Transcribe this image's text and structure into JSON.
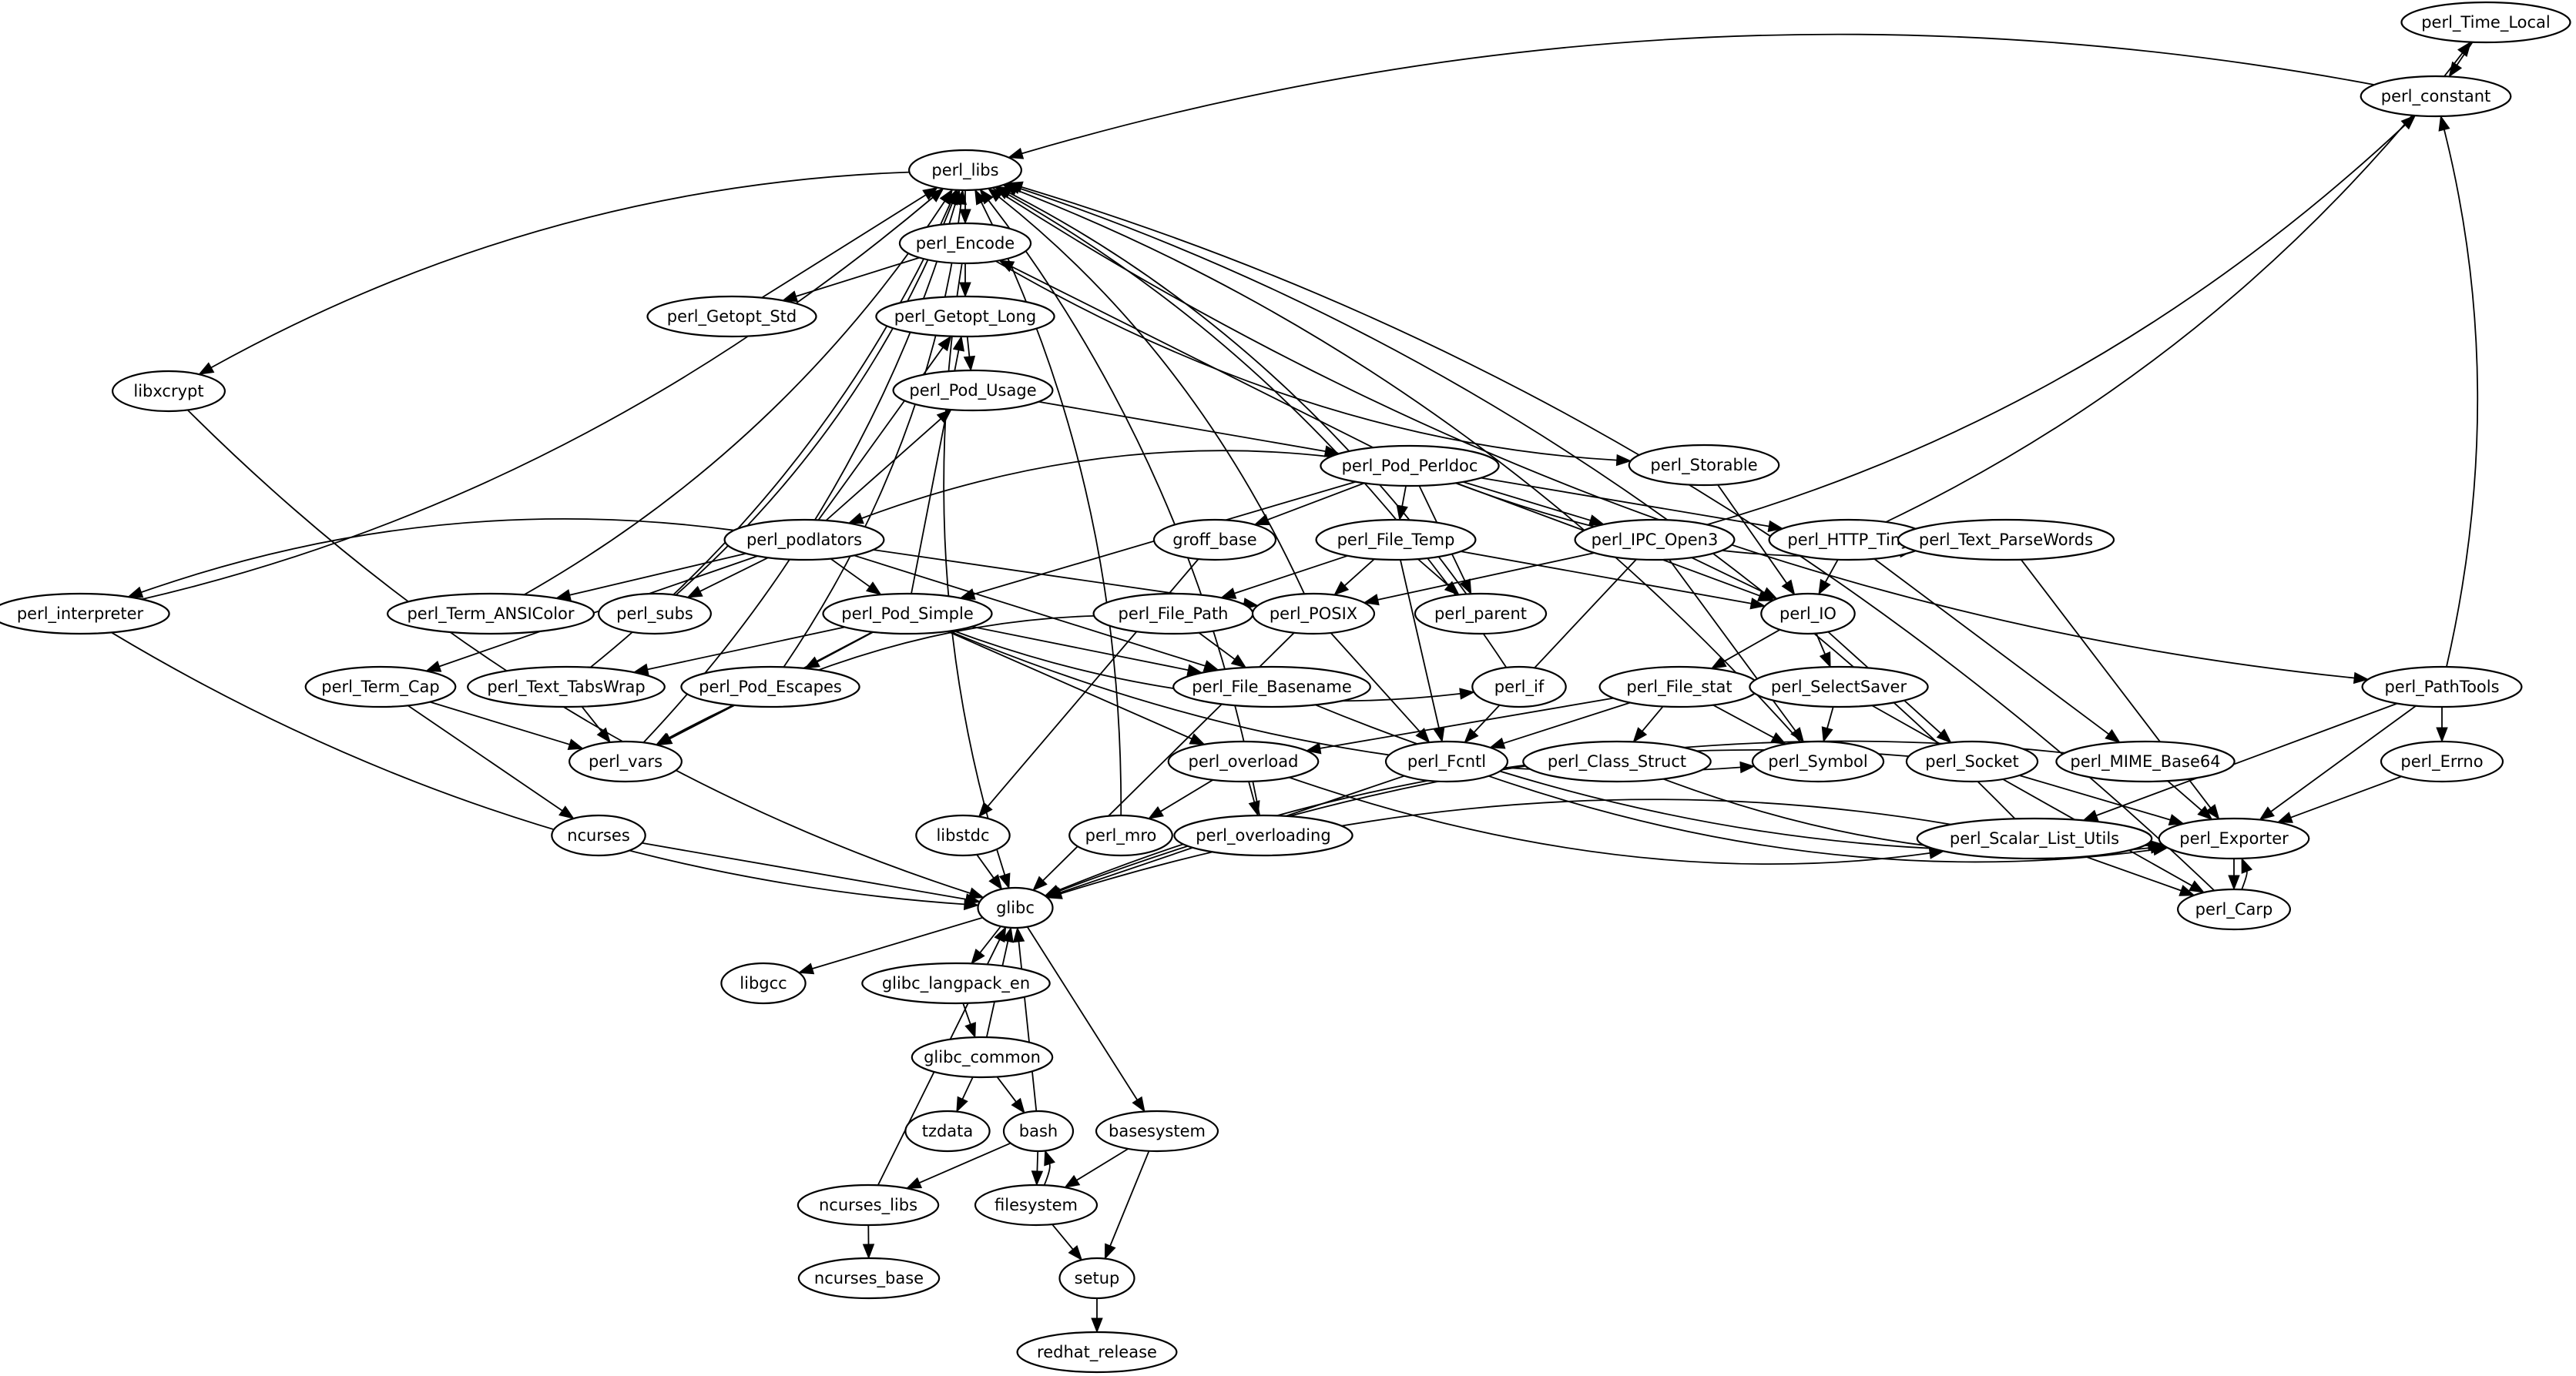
{
  "diagram": {
    "type": "directed-dependency-graph",
    "node_shape": "ellipse",
    "colors": {
      "stroke": "#000000",
      "fill": "#ffffff",
      "background": "#ffffff"
    },
    "nodes": [
      "perl_Time_Local",
      "perl_constant",
      "perl_libs",
      "perl_Encode",
      "perl_Getopt_Std",
      "perl_Getopt_Long",
      "perl_Pod_Usage",
      "libxcrypt",
      "perl_Pod_Perldoc",
      "perl_Storable",
      "perl_podlators",
      "groff_base",
      "perl_File_Temp",
      "perl_IPC_Open3",
      "perl_HTTP_Tiny",
      "perl_Text_ParseWords",
      "perl_interpreter",
      "perl_Term_ANSIColor",
      "perl_subs",
      "perl_Pod_Simple",
      "perl_File_Path",
      "perl_POSIX",
      "perl_parent",
      "perl_IO",
      "perl_Term_Cap",
      "perl_Text_TabsWrap",
      "perl_Pod_Escapes",
      "perl_File_Basename",
      "perl_if",
      "perl_File_stat",
      "perl_SelectSaver",
      "perl_PathTools",
      "perl_vars",
      "perl_overload",
      "perl_Fcntl",
      "perl_Class_Struct",
      "perl_Symbol",
      "perl_Socket",
      "perl_MIME_Base64",
      "perl_Errno",
      "ncurses",
      "libstdc",
      "perl_mro",
      "perl_overloading",
      "perl_Scalar_List_Utils",
      "perl_Exporter",
      "perl_Carp",
      "glibc",
      "libgcc",
      "glibc_langpack_en",
      "glibc_common",
      "tzdata",
      "bash",
      "basesystem",
      "ncurses_libs",
      "filesystem",
      "setup",
      "ncurses_base",
      "redhat_release"
    ],
    "edges": [
      [
        "perl_Time_Local",
        "perl_constant"
      ],
      [
        "perl_constant",
        "perl_libs"
      ],
      [
        "perl_libs",
        "perl_Encode"
      ],
      [
        "perl_libs",
        "libxcrypt"
      ],
      [
        "perl_libs",
        "perl_PathTools"
      ],
      [
        "perl_Encode",
        "perl_Getopt_Std"
      ],
      [
        "perl_Encode",
        "perl_Getopt_Long"
      ],
      [
        "perl_Encode",
        "perl_Storable"
      ],
      [
        "perl_Encode",
        "glibc"
      ],
      [
        "perl_Getopt_Std",
        "perl_libs"
      ],
      [
        "perl_Getopt_Long",
        "perl_Pod_Usage"
      ],
      [
        "perl_Pod_Usage",
        "perl_Pod_Perldoc"
      ],
      [
        "libxcrypt",
        "glibc"
      ],
      [
        "perl_Pod_Perldoc",
        "perl_Encode"
      ],
      [
        "perl_Pod_Perldoc",
        "perl_podlators"
      ],
      [
        "perl_Pod_Perldoc",
        "perl_Pod_Simple"
      ],
      [
        "perl_Pod_Perldoc",
        "groff_base"
      ],
      [
        "perl_Pod_Perldoc",
        "perl_File_Temp"
      ],
      [
        "perl_Pod_Perldoc",
        "perl_parent"
      ],
      [
        "perl_Pod_Perldoc",
        "perl_IPC_Open3"
      ],
      [
        "perl_Pod_Perldoc",
        "perl_HTTP_Tiny"
      ],
      [
        "perl_Pod_Perldoc",
        "perl_Text_ParseWords"
      ],
      [
        "perl_Pod_Perldoc",
        "perl_IO"
      ],
      [
        "perl_Storable",
        "perl_IO"
      ],
      [
        "perl_podlators",
        "perl_Getopt_Long"
      ],
      [
        "perl_podlators",
        "perl_Pod_Usage"
      ],
      [
        "perl_podlators",
        "perl_interpreter"
      ],
      [
        "perl_podlators",
        "perl_Term_ANSIColor"
      ],
      [
        "perl_podlators",
        "perl_subs"
      ],
      [
        "perl_podlators",
        "perl_Pod_Simple"
      ],
      [
        "perl_podlators",
        "perl_POSIX"
      ],
      [
        "perl_podlators",
        "perl_File_Basename"
      ],
      [
        "perl_podlators",
        "perl_Term_Cap"
      ],
      [
        "perl_interpreter",
        "perl_libs"
      ],
      [
        "perl_interpreter",
        "glibc"
      ],
      [
        "perl_Term_ANSIColor",
        "perl_libs"
      ],
      [
        "perl_subs",
        "perl_libs"
      ],
      [
        "perl_Pod_Simple",
        "perl_Getopt_Long"
      ],
      [
        "perl_Pod_Simple",
        "perl_Text_TabsWrap"
      ],
      [
        "perl_Pod_Simple",
        "perl_Pod_Escapes"
      ],
      [
        "perl_Pod_Simple",
        "perl_File_Basename"
      ],
      [
        "perl_Pod_Simple",
        "perl_if"
      ],
      [
        "perl_Pod_Simple",
        "perl_overload"
      ],
      [
        "perl_Pod_Simple",
        "perl_Symbol"
      ],
      [
        "perl_Pod_Simple",
        "perl_vars"
      ],
      [
        "perl_Text_TabsWrap",
        "perl_libs"
      ],
      [
        "perl_Text_TabsWrap",
        "perl_vars"
      ],
      [
        "perl_Pod_Escapes",
        "perl_libs"
      ],
      [
        "perl_Pod_Escapes",
        "perl_vars"
      ],
      [
        "perl_Term_Cap",
        "perl_vars"
      ],
      [
        "perl_Term_Cap",
        "ncurses"
      ],
      [
        "perl_vars",
        "perl_libs"
      ],
      [
        "groff_base",
        "libstdc"
      ],
      [
        "perl_File_Temp",
        "perl_File_Path"
      ],
      [
        "perl_File_Temp",
        "perl_POSIX"
      ],
      [
        "perl_File_Temp",
        "perl_parent"
      ],
      [
        "perl_File_Temp",
        "perl_IO"
      ],
      [
        "perl_File_Temp",
        "perl_Fcntl"
      ],
      [
        "perl_File_Path",
        "perl_File_Basename"
      ],
      [
        "perl_File_Path",
        "perl_vars"
      ],
      [
        "perl_POSIX",
        "perl_libs"
      ],
      [
        "perl_POSIX",
        "perl_Fcntl"
      ],
      [
        "perl_POSIX",
        "glibc"
      ],
      [
        "perl_parent",
        "perl_libs"
      ],
      [
        "perl_IPC_Open3",
        "perl_constant"
      ],
      [
        "perl_IPC_Open3",
        "perl_POSIX"
      ],
      [
        "perl_IPC_Open3",
        "perl_IO"
      ],
      [
        "perl_IPC_Open3",
        "perl_Symbol"
      ],
      [
        "perl_IPC_Open3",
        "perl_Fcntl"
      ],
      [
        "perl_HTTP_Tiny",
        "perl_Time_Local"
      ],
      [
        "perl_HTTP_Tiny",
        "perl_IO"
      ],
      [
        "perl_HTTP_Tiny",
        "perl_MIME_Base64"
      ],
      [
        "perl_Text_ParseWords",
        "perl_Exporter"
      ],
      [
        "perl_IO",
        "perl_File_stat"
      ],
      [
        "perl_IO",
        "perl_SelectSaver"
      ],
      [
        "perl_IO",
        "perl_Socket"
      ],
      [
        "perl_if",
        "perl_libs"
      ],
      [
        "perl_File_stat",
        "perl_overload"
      ],
      [
        "perl_File_stat",
        "perl_Fcntl"
      ],
      [
        "perl_File_stat",
        "perl_Class_Struct"
      ],
      [
        "perl_File_stat",
        "perl_Symbol"
      ],
      [
        "perl_SelectSaver",
        "perl_Symbol"
      ],
      [
        "perl_SelectSaver",
        "perl_Carp"
      ],
      [
        "perl_Symbol",
        "perl_libs"
      ],
      [
        "perl_File_Basename",
        "perl_Exporter"
      ],
      [
        "perl_overload",
        "perl_mro"
      ],
      [
        "perl_overload",
        "perl_overloading"
      ],
      [
        "perl_overload",
        "perl_Scalar_List_Utils"
      ],
      [
        "perl_mro",
        "perl_libs"
      ],
      [
        "perl_overloading",
        "perl_libs"
      ],
      [
        "perl_Fcntl",
        "glibc"
      ],
      [
        "perl_Fcntl",
        "perl_Exporter"
      ],
      [
        "perl_Class_Struct",
        "perl_Exporter"
      ],
      [
        "perl_Socket",
        "glibc"
      ],
      [
        "perl_Socket",
        "perl_Exporter"
      ],
      [
        "perl_MIME_Base64",
        "glibc"
      ],
      [
        "perl_MIME_Base64",
        "perl_Exporter"
      ],
      [
        "perl_PathTools",
        "perl_constant"
      ],
      [
        "perl_PathTools",
        "perl_Errno"
      ],
      [
        "perl_PathTools",
        "perl_Scalar_List_Utils"
      ],
      [
        "perl_PathTools",
        "perl_Exporter"
      ],
      [
        "perl_Errno",
        "perl_Exporter"
      ],
      [
        "perl_Scalar_List_Utils",
        "glibc"
      ],
      [
        "perl_Scalar_List_Utils",
        "perl_Carp"
      ],
      [
        "perl_Scalar_List_Utils",
        "perl_libs"
      ],
      [
        "perl_Exporter",
        "perl_Carp"
      ],
      [
        "perl_Carp",
        "perl_Exporter"
      ],
      [
        "perl_Carp",
        "perl_libs"
      ],
      [
        "ncurses",
        "glibc"
      ],
      [
        "libstdc",
        "glibc"
      ],
      [
        "glibc",
        "libgcc"
      ],
      [
        "glibc",
        "glibc_langpack_en"
      ],
      [
        "glibc",
        "basesystem"
      ],
      [
        "glibc_langpack_en",
        "glibc_common"
      ],
      [
        "glibc_common",
        "glibc"
      ],
      [
        "glibc_common",
        "tzdata"
      ],
      [
        "glibc_common",
        "bash"
      ],
      [
        "bash",
        "glibc"
      ],
      [
        "bash",
        "ncurses_libs"
      ],
      [
        "bash",
        "filesystem"
      ],
      [
        "filesystem",
        "bash"
      ],
      [
        "filesystem",
        "setup"
      ],
      [
        "basesystem",
        "filesystem"
      ],
      [
        "basesystem",
        "setup"
      ],
      [
        "ncurses_libs",
        "glibc"
      ],
      [
        "ncurses_libs",
        "ncurses_base"
      ],
      [
        "setup",
        "redhat_release"
      ]
    ]
  }
}
